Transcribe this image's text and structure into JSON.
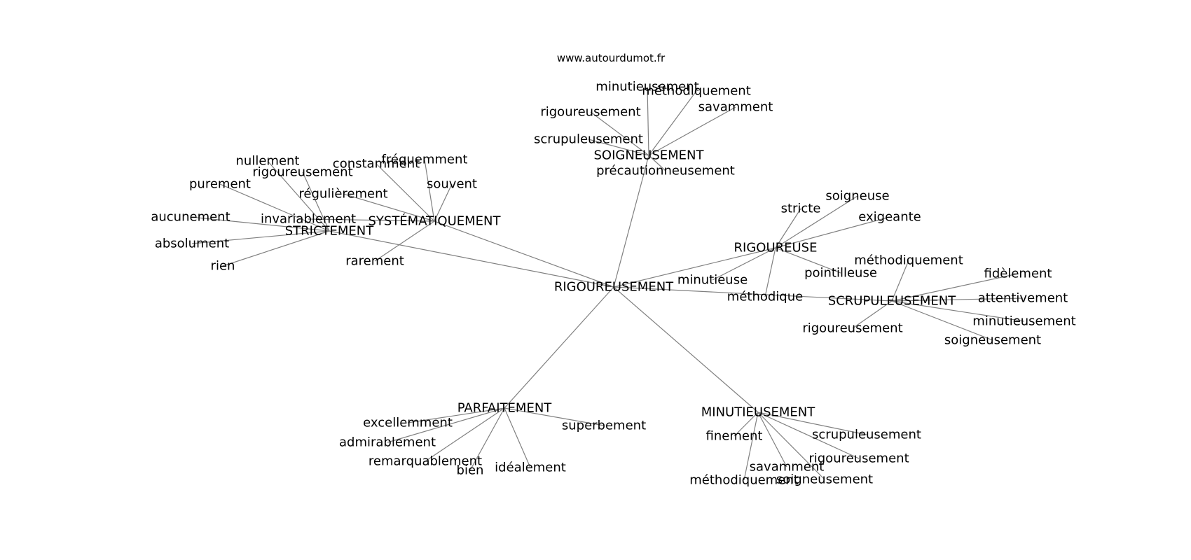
{
  "source": "www.autourdumot.fr",
  "graph": {
    "center": "RIGOUREUSEMENT",
    "clusters": [
      {
        "hub": "SOIGNEUSEMENT",
        "words": [
          "minutieusement",
          "méthodiquement",
          "savamment",
          "rigoureusement",
          "scrupuleusement",
          "précautionneusement"
        ]
      },
      {
        "hub": "SYSTÉMATIQUEMENT",
        "words": [
          "constamment",
          "fréquemment",
          "souvent",
          "régulièrement",
          "invariablement",
          "rarement"
        ]
      },
      {
        "hub": "STRICTEMENT",
        "words": [
          "nullement",
          "rigoureusement",
          "purement",
          "aucunement",
          "absolument",
          "rien"
        ]
      },
      {
        "hub": "RIGOUREUSE",
        "words": [
          "stricte",
          "soigneuse",
          "exigeante",
          "minutieuse",
          "pointilleuse",
          "méthodique"
        ]
      },
      {
        "hub": "SCRUPULEUSEMENT",
        "words": [
          "méthodiquement",
          "fidèlement",
          "attentivement",
          "minutieusement",
          "soigneusement",
          "rigoureusement"
        ]
      },
      {
        "hub": "PARFAITEMENT",
        "words": [
          "excellemment",
          "admirablement",
          "remarquablement",
          "bien",
          "idéalement",
          "superbement"
        ]
      },
      {
        "hub": "MINUTIEUSEMENT",
        "words": [
          "finement",
          "scrupuleusement",
          "rigoureusement",
          "savamment",
          "soigneusement",
          "méthodiquement"
        ]
      }
    ]
  }
}
